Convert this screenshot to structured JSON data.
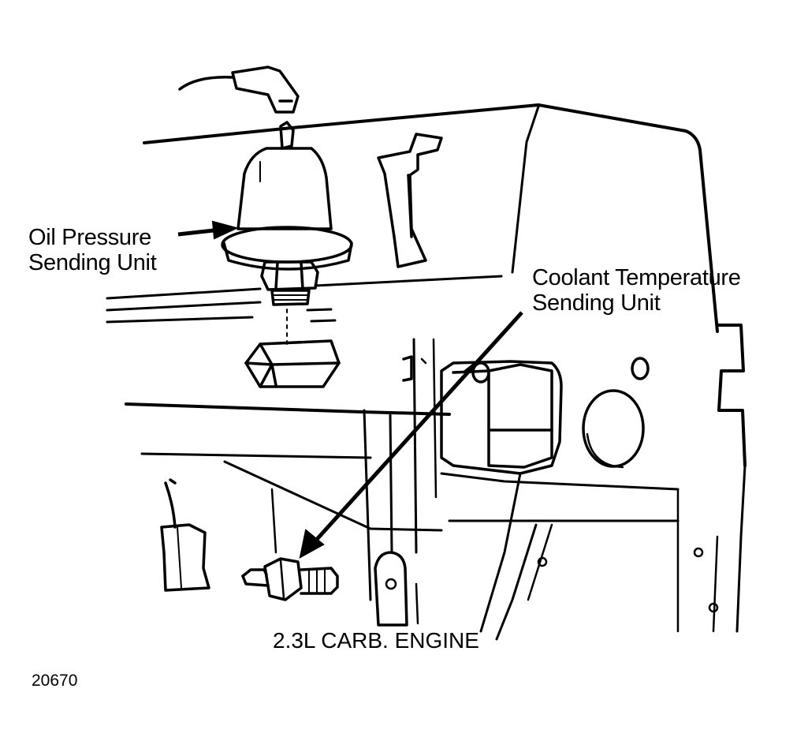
{
  "labels": {
    "oil_pressure": [
      "Oil Pressure",
      "Sending Unit"
    ],
    "coolant_temperature": [
      "Coolant Temperature",
      "Sending Unit"
    ],
    "engine": "2.3L CARB. ENGINE",
    "figure_number": "20670"
  },
  "colors": {
    "ink": "#000000",
    "background": "#ffffff"
  }
}
